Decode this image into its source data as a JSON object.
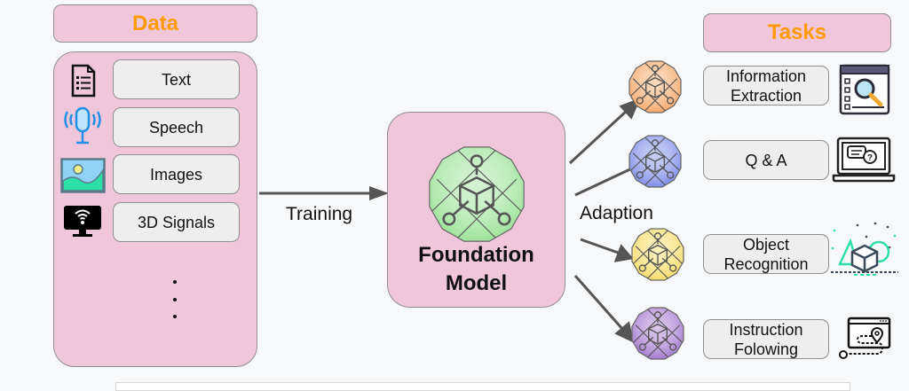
{
  "data_section": {
    "header": "Data",
    "items": [
      {
        "label": "Text",
        "icon": "document-list-icon"
      },
      {
        "label": "Speech",
        "icon": "microphone-icon"
      },
      {
        "label": "Images",
        "icon": "image-icon"
      },
      {
        "label": "3D Signals",
        "icon": "monitor-wifi-icon"
      }
    ],
    "ellipsis": "⋮"
  },
  "training_label": "Training",
  "foundation_model": {
    "line1": "Foundation",
    "line2": "Model",
    "color": "#9ee39a"
  },
  "adaption_label": "Adaption",
  "tasks_section": {
    "header": "Tasks",
    "items": [
      {
        "label_line1": "Information",
        "label_line2": "Extraction",
        "icon": "search-list-icon",
        "model_color": "#f6a96a"
      },
      {
        "label_line1": "Q & A",
        "label_line2": "",
        "icon": "laptop-chat-question-icon",
        "model_color": "#7f8ee8"
      },
      {
        "label_line1": "Object",
        "label_line2": "Recognition",
        "icon": "3d-object-icon",
        "model_color": "#f7dc6a"
      },
      {
        "label_line1": "Instruction",
        "label_line2": "Folowing",
        "icon": "route-location-icon",
        "model_color": "#a67bd0"
      }
    ]
  },
  "colors": {
    "header_text": "#ff9a00",
    "panel_pink": "#f0c7da",
    "box_gray": "#eeeeee",
    "arrow": "#555555"
  }
}
